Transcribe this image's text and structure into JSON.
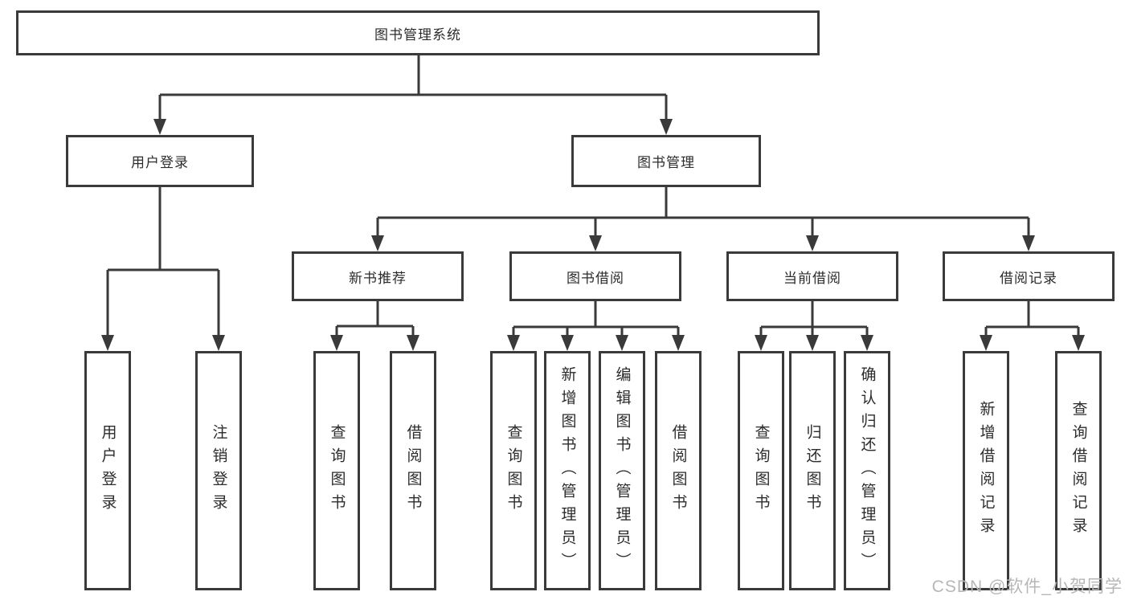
{
  "colors": {
    "line": "#3a3a3a",
    "box_border": "#3a3a3a",
    "text": "#2c2c2c",
    "watermark": "#b7b7b7",
    "background": "#ffffff"
  },
  "tree": {
    "root": {
      "label": "图书管理系统"
    },
    "user_login": {
      "label": "用户登录",
      "children": [
        {
          "label": "用户登录"
        },
        {
          "label": "注销登录"
        }
      ]
    },
    "book_management": {
      "label": "图书管理",
      "sections": [
        {
          "label": "新书推荐",
          "children": [
            {
              "label": "查询图书"
            },
            {
              "label": "借阅图书"
            }
          ]
        },
        {
          "label": "图书借阅",
          "children": [
            {
              "label": "查询图书"
            },
            {
              "label": "新增图书（管理员）"
            },
            {
              "label": "编辑图书（管理员）"
            },
            {
              "label": "借阅图书"
            }
          ]
        },
        {
          "label": "当前借阅",
          "children": [
            {
              "label": "查询图书"
            },
            {
              "label": "归还图书"
            },
            {
              "label": "确认归还（管理员）"
            }
          ]
        },
        {
          "label": "借阅记录",
          "children": [
            {
              "label": "新增借阅记录"
            },
            {
              "label": "查询借阅记录"
            }
          ]
        }
      ]
    },
    "watermark": "CSDN @软件_小贺同学"
  }
}
